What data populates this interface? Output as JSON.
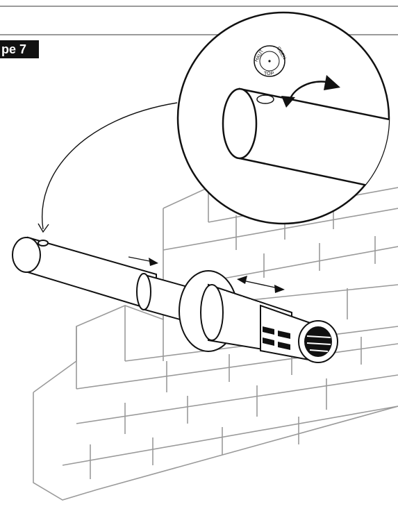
{
  "step": {
    "label": "pe 7"
  },
  "stamp": {
    "word_1": "HAUT",
    "word_2": "OBEN",
    "word_3": "TOP"
  }
}
